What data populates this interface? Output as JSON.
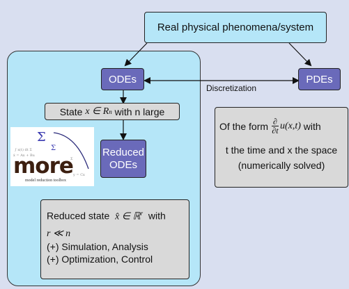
{
  "top_box": {
    "label": "Real physical phenomena/system"
  },
  "odes_box": {
    "label": "ODEs"
  },
  "pdes_box": {
    "label": "PDEs"
  },
  "discretization_label": "Discretization",
  "state_box": {
    "prefix": "State",
    "math": "x ∈ R",
    "superscript": "n",
    "suffix": "with n large"
  },
  "reduced_odes_box": {
    "line1": "Reduced",
    "line2": "ODEs"
  },
  "logo": {
    "word": "more",
    "tagline": "model reduction toolbox"
  },
  "reduced_state_box": {
    "line1_prefix": "Reduced state",
    "line1_math": "x̂ ∈ ℝ",
    "line1_sup": "r",
    "line1_suffix": "with",
    "line2_math": "r ≪ n",
    "line3": "(+) Simulation, Analysis",
    "line4": "(+) Optimization, Control"
  },
  "pdes_desc_box": {
    "line1_prefix": "Of the form",
    "partial_num": "∂",
    "partial_den": "∂t",
    "func": "u(x,t)",
    "line1_suffix": "with",
    "line2": "t the time and x the space",
    "line3": "(numerically solved)"
  },
  "colors": {
    "background": "#d9dff0",
    "cyan": "#b5e6f8",
    "purple": "#6a6aba",
    "gray": "#d9d9d9"
  }
}
